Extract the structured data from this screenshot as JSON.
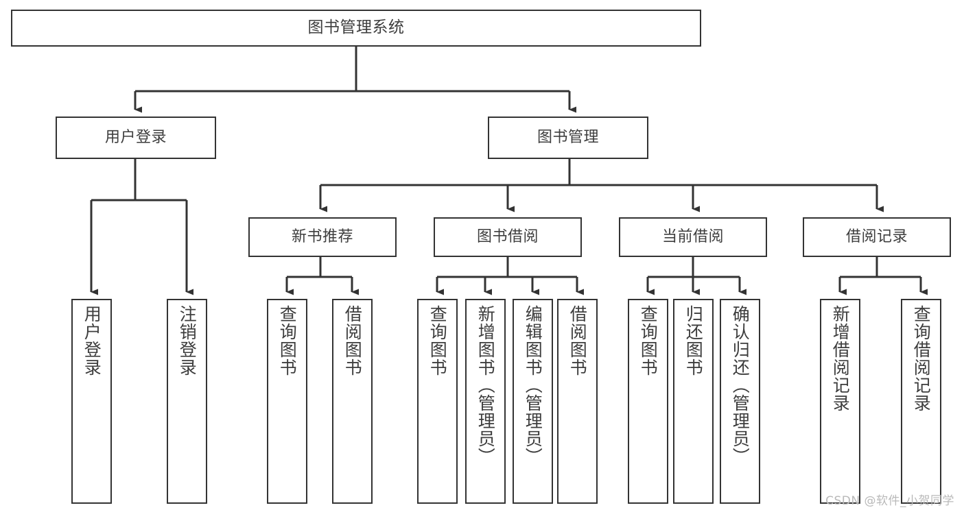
{
  "diagram": {
    "title": "图书管理系统",
    "type": "functional-structure-tree",
    "stroke_color": "#333333",
    "fill_color": "#ffffff",
    "text_color": "#3d3d3d"
  },
  "nodes": {
    "root": {
      "label": "图书管理系统"
    },
    "level2": [
      {
        "key": "user_login",
        "label": "用户登录"
      },
      {
        "key": "book_manage",
        "label": "图书管理"
      }
    ],
    "level3": [
      {
        "key": "new_book_rec",
        "label": "新书推荐"
      },
      {
        "key": "book_borrow",
        "label": "图书借阅"
      },
      {
        "key": "current_borrow",
        "label": "当前借阅"
      },
      {
        "key": "borrow_record",
        "label": "借阅记录"
      }
    ],
    "leaves": [
      {
        "key": "leaf_user_login",
        "label": "用户登录"
      },
      {
        "key": "leaf_logout",
        "label": "注销登录"
      },
      {
        "key": "leaf_query_book_1",
        "label": "查询图书"
      },
      {
        "key": "leaf_borrow_book_1",
        "label": "借阅图书"
      },
      {
        "key": "leaf_query_book_2",
        "label": "查询图书"
      },
      {
        "key": "leaf_add_book",
        "label": "新增图书（管理员）"
      },
      {
        "key": "leaf_edit_book",
        "label": "编辑图书（管理员）"
      },
      {
        "key": "leaf_borrow_book_2",
        "label": "借阅图书"
      },
      {
        "key": "leaf_query_book_3",
        "label": "查询图书"
      },
      {
        "key": "leaf_return_book",
        "label": "归还图书"
      },
      {
        "key": "leaf_confirm_return",
        "label": "确认归还（管理员）"
      },
      {
        "key": "leaf_add_record",
        "label": "新增借阅记录"
      },
      {
        "key": "leaf_query_record",
        "label": "查询借阅记录"
      }
    ]
  },
  "watermark": {
    "text": "CSDN @软件_小贺同学"
  }
}
